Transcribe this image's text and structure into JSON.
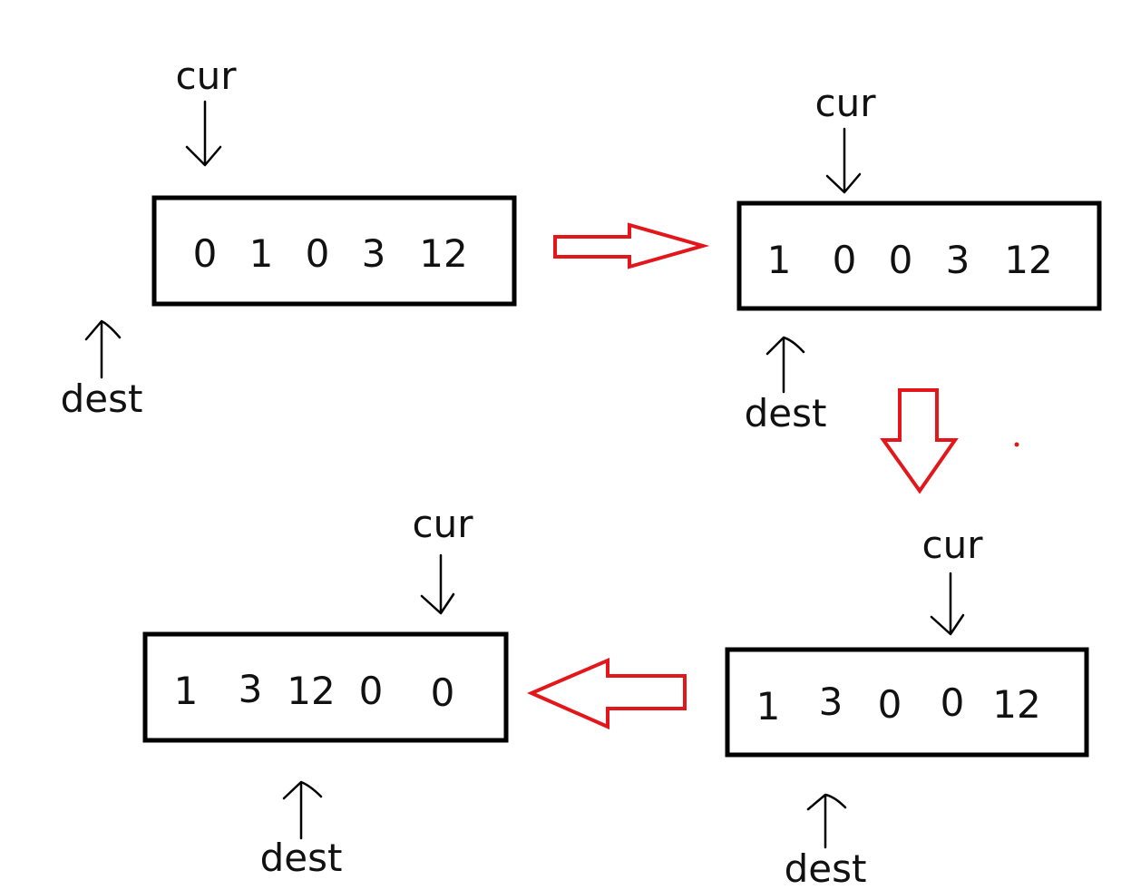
{
  "diagram": {
    "colors": {
      "box_stroke": "#000000",
      "flow_arrow": "#e3171b",
      "text": "#111111"
    },
    "steps": [
      {
        "cells": [
          "0",
          "1",
          "0",
          "3",
          "12"
        ],
        "cur_label": "cur",
        "dest_label": "dest"
      },
      {
        "cells": [
          "1",
          "0",
          "0",
          "3",
          "12"
        ],
        "cur_label": "cur",
        "dest_label": "dest"
      },
      {
        "cells": [
          "1",
          "3",
          "0",
          "0",
          "12"
        ],
        "cur_label": "cur",
        "dest_label": "dest"
      },
      {
        "cells": [
          "1",
          "3",
          "12",
          "0",
          "0"
        ],
        "cur_label": "cur",
        "dest_label": "dest"
      }
    ],
    "flow_arrows": [
      {
        "from_step": 1,
        "to_step": 2,
        "direction": "right"
      },
      {
        "from_step": 2,
        "to_step": 3,
        "direction": "down"
      },
      {
        "from_step": 3,
        "to_step": 4,
        "direction": "left"
      }
    ]
  }
}
